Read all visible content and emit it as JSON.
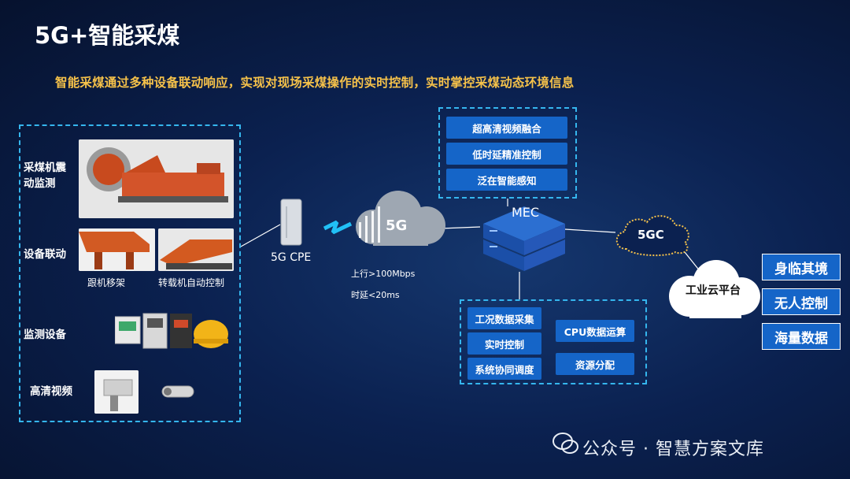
{
  "title": "5G+智能采煤",
  "subtitle": "智能采煤通过多种设备联动响应，实现对现场采煤操作的实时控制，实时掌控采煤动态环境信息",
  "left_panel": {
    "rows": [
      {
        "label": "采煤机震动监测"
      },
      {
        "label": "设备联动",
        "captions": [
          "跟机移架",
          "转载机自动控制"
        ]
      },
      {
        "label": "监测设备"
      },
      {
        "label": "高清视频"
      }
    ]
  },
  "cpe": {
    "label": "5G CPE"
  },
  "cloud5g": {
    "label": "5G",
    "stats": [
      "上行>100Mbps",
      "时延<20ms"
    ]
  },
  "mec": {
    "label": "MEC"
  },
  "features": [
    "超高清视频融合",
    "低时延精准控制",
    "泛在智能感知"
  ],
  "gc": {
    "label": "5GC"
  },
  "industrial_cloud": {
    "label": "工业云平台"
  },
  "edge": {
    "left": [
      "工况数据采集",
      "实时控制",
      "系统协同调度"
    ],
    "right": [
      "CPU数据运算",
      "资源分配"
    ]
  },
  "right_buttons": [
    "身临其境",
    "无人控制",
    "海量数据"
  ],
  "watermark": "公众号 · 智慧方案文库",
  "colors": {
    "accent_blue": "#1565c8",
    "dash": "#35b6ee",
    "subtitle": "#f6c24a"
  }
}
